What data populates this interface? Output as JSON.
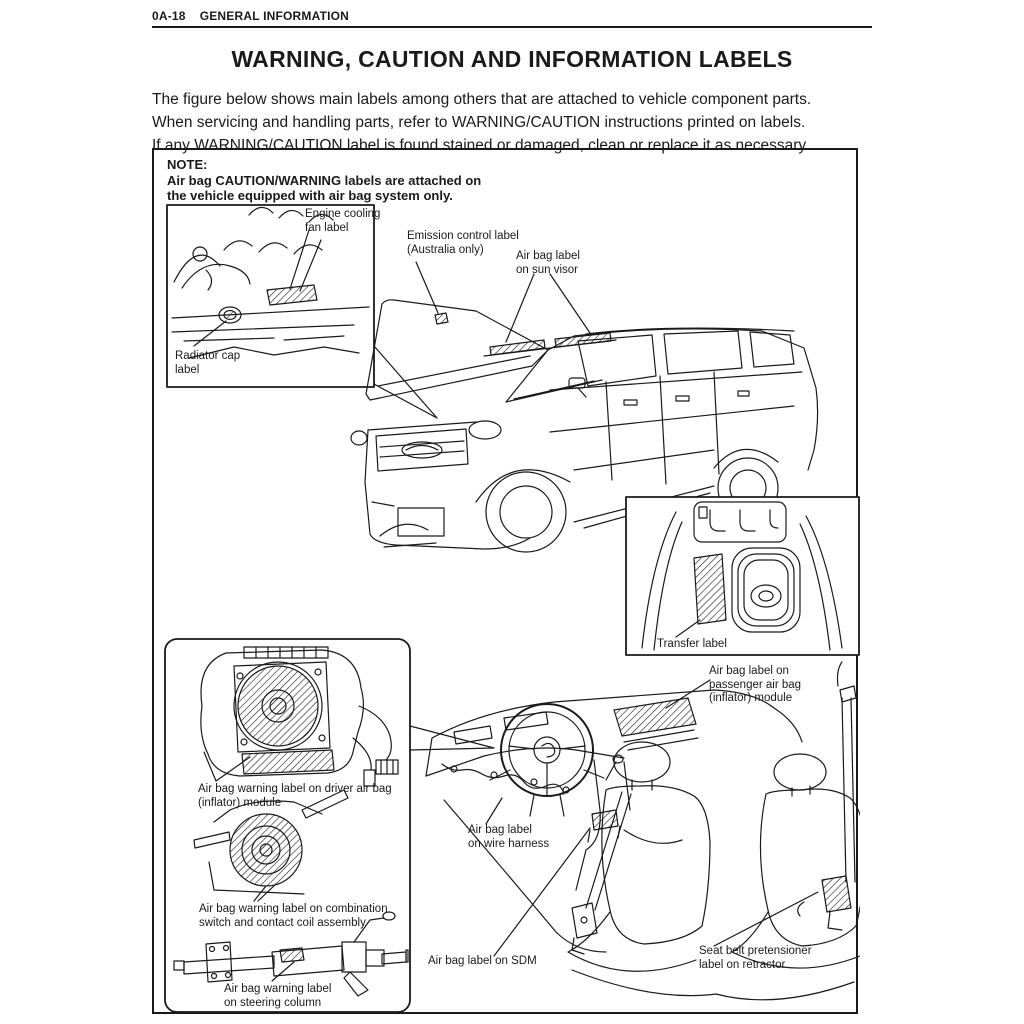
{
  "page": {
    "header": {
      "code": "0A-18",
      "title": "GENERAL INFORMATION"
    },
    "title": "WARNING, CAUTION AND INFORMATION LABELS",
    "intro_lines": [
      "The figure below shows main labels among others that are attached to vehicle component parts.",
      "When servicing and handling parts, refer to WARNING/CAUTION instructions printed on labels.",
      "If any WARNING/CAUTION label is found stained or damaged, clean or replace it as necessary."
    ],
    "note": {
      "heading": "NOTE:",
      "body": "Air bag CAUTION/WARNING labels are attached on\nthe vehicle equipped with air bag system only."
    },
    "labels": {
      "engine_cooling_fan": "Engine cooling\nfan label",
      "radiator_cap": "Radiator cap\nlabel",
      "emission_control": "Emission control label\n(Australia only)",
      "sun_visor": "Air bag label\non sun visor",
      "transfer": "Transfer label",
      "passenger_module": "Air bag label on\npassenger air bag\n(inflator) module",
      "wire_harness": "Air bag label\non wire harness",
      "driver_module": "Air bag warning label on driver air bag\n(inflator) module",
      "combination_switch": "Air bag warning label on combination\nswitch and contact coil assembly",
      "steering_column": "Air bag warning label\non steering column",
      "sdm": "Air bag label on SDM",
      "pretensioner": "Seat belt pretensioner\nlabel on retractor"
    },
    "colors": {
      "ink": "#1a1a1a",
      "paper": "#ffffff"
    }
  }
}
